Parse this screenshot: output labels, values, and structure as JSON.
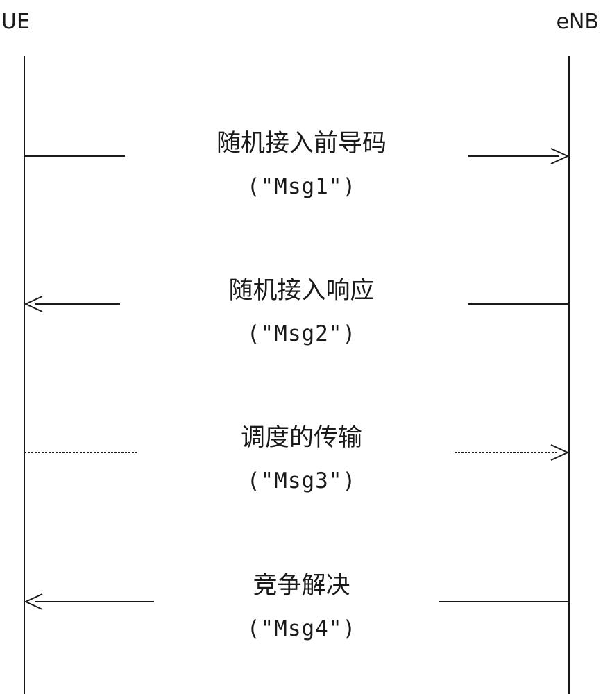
{
  "entities": {
    "left": "UE",
    "right": "eNB"
  },
  "messages": [
    {
      "title": "随机接入前导码",
      "code": "(\"Msg1\")",
      "direction": "to-eNB",
      "line_style": "solid"
    },
    {
      "title": "随机接入响应",
      "code": "(\"Msg2\")",
      "direction": "to-UE",
      "line_style": "solid"
    },
    {
      "title": "调度的传输",
      "code": "(\"Msg3\")",
      "direction": "to-eNB",
      "line_style": "dotted"
    },
    {
      "title": "竞争解决",
      "code": "(\"Msg4\")",
      "direction": "to-UE",
      "line_style": "solid"
    }
  ],
  "colors": {
    "line": "#1a1a1a",
    "background": "#ffffff"
  }
}
